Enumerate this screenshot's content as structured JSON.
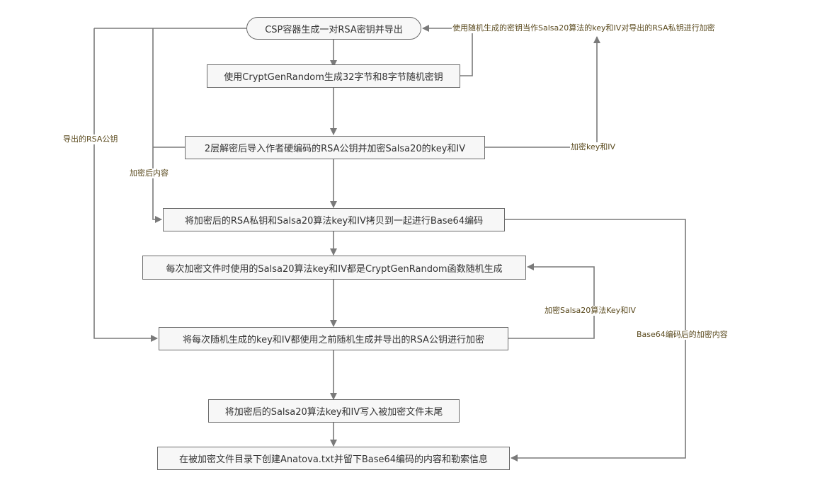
{
  "diagram": {
    "colors": {
      "line": "#7a7a7a",
      "node_fill": "#f7f7f7",
      "node_border": "#6b6b6b",
      "label_text": "#5a4a1e",
      "node_text": "#333333"
    },
    "nodes": [
      {
        "id": "csp",
        "text": "CSP容器生成一对RSA密钥并导出",
        "shape": "rounded"
      },
      {
        "id": "gen",
        "text": "使用CryptGenRandom生成32字节和8字节随机密钥",
        "shape": "rect"
      },
      {
        "id": "import",
        "text": "2层解密后导入作者硬编码的RSA公钥并加密Salsa20的key和IV",
        "shape": "rect"
      },
      {
        "id": "copy",
        "text": "将加密后的RSA私钥和Salsa20算法key和IV拷贝到一起进行Base64编码",
        "shape": "rect"
      },
      {
        "id": "perfile",
        "text": "每次加密文件时使用的Salsa20算法key和IV都是CryptGenRandom函数随机生成",
        "shape": "rect"
      },
      {
        "id": "encrypt",
        "text": "将每次随机生成的key和IV都使用之前随机生成并导出的RSA公钥进行加密",
        "shape": "rect"
      },
      {
        "id": "write",
        "text": "将加密后的Salsa20算法key和IV写入被加密文件末尾",
        "shape": "rect"
      },
      {
        "id": "create",
        "text": "在被加密文件目录下创建Anatova.txt并留下Base64编码的内容和勒索信息",
        "shape": "rect"
      }
    ],
    "edge_labels": {
      "use_random_key": "使用随机生成的密钥当作Salsa20算法的key和IV对导出的RSA私钥进行加密",
      "exported_pubkey": "导出的RSA公钥",
      "encrypted_content": "加密后内容",
      "encrypt_key_iv": "加密key和IV",
      "encrypt_salsa_key_iv": "加密Salsa20算法Key和IV",
      "base64_content": "Base64编码后的加密内容"
    },
    "edges": [
      {
        "from": "csp",
        "to": "gen",
        "label": ""
      },
      {
        "from": "gen",
        "to": "csp",
        "label": "use_random_key"
      },
      {
        "from": "gen",
        "to": "import",
        "label": ""
      },
      {
        "from": "import",
        "to": "csp",
        "label": "encrypt_key_iv"
      },
      {
        "from": "import",
        "to": "copy",
        "label": ""
      },
      {
        "from": "csp",
        "to": "copy",
        "label": "encrypted_content"
      },
      {
        "from": "csp",
        "to": "encrypt",
        "label": "exported_pubkey"
      },
      {
        "from": "copy",
        "to": "perfile",
        "label": ""
      },
      {
        "from": "perfile",
        "to": "encrypt",
        "label": ""
      },
      {
        "from": "encrypt",
        "to": "perfile",
        "label": "encrypt_salsa_key_iv"
      },
      {
        "from": "encrypt",
        "to": "write",
        "label": ""
      },
      {
        "from": "write",
        "to": "create",
        "label": ""
      },
      {
        "from": "copy",
        "to": "create",
        "label": "base64_content"
      }
    ]
  }
}
